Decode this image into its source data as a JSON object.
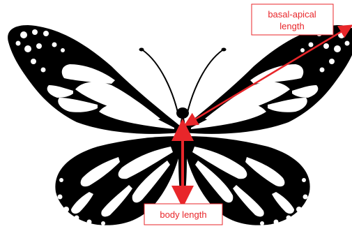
{
  "labels": {
    "basal_apical": [
      "basal-apical",
      "length"
    ],
    "body": "body length"
  },
  "colors": {
    "annotation": "#e8262a",
    "wing": "#000000",
    "background": "#ffffff"
  }
}
